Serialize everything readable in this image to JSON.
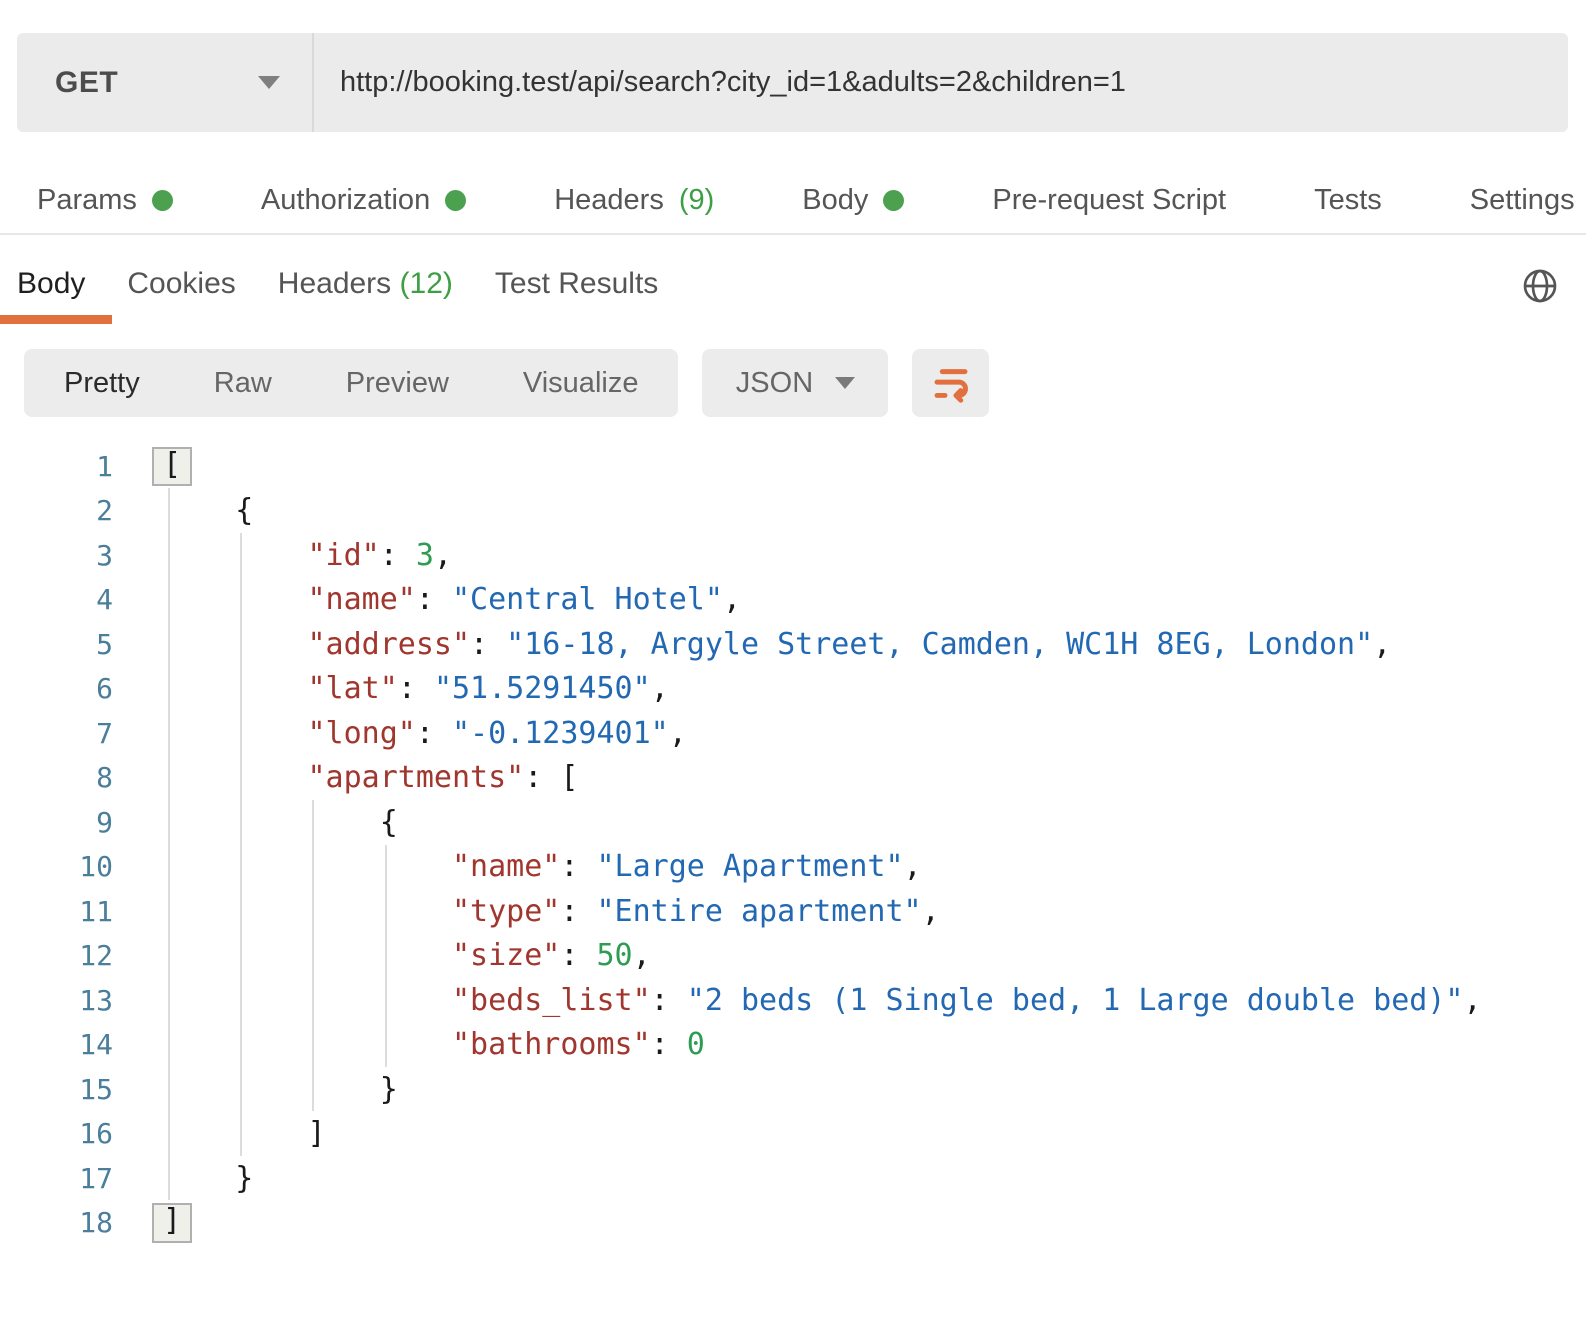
{
  "request": {
    "method": "GET",
    "url": "http://booking.test/api/search?city_id=1&adults=2&children=1",
    "tabs": [
      {
        "label": "Params"
      },
      {
        "label": "Authorization"
      },
      {
        "label": "Headers",
        "count": "(9)"
      },
      {
        "label": "Body"
      },
      {
        "label": "Pre-request Script"
      },
      {
        "label": "Tests"
      },
      {
        "label": "Settings"
      }
    ]
  },
  "response": {
    "tabs": [
      {
        "label": "Body"
      },
      {
        "label": "Cookies"
      },
      {
        "label": "Headers",
        "count": "(12)"
      },
      {
        "label": "Test Results"
      }
    ],
    "format_tabs": [
      "Pretty",
      "Raw",
      "Preview",
      "Visualize"
    ],
    "language_select": "JSON",
    "icons": {
      "globe": "globe-icon",
      "wrap": "wrap-text-icon"
    },
    "code": {
      "lines": [
        {
          "n": "1",
          "segs": [
            [
              "fold",
              "["
            ]
          ]
        },
        {
          "n": "2",
          "segs": [
            [
              "punc",
              "    {"
            ]
          ]
        },
        {
          "n": "3",
          "segs": [
            [
              "key",
              "        \"id\""
            ],
            [
              "punc",
              ": "
            ],
            [
              "num",
              "3"
            ],
            [
              "punc",
              ","
            ]
          ]
        },
        {
          "n": "4",
          "segs": [
            [
              "key",
              "        \"name\""
            ],
            [
              "punc",
              ": "
            ],
            [
              "str",
              "\"Central Hotel\""
            ],
            [
              "punc",
              ","
            ]
          ]
        },
        {
          "n": "5",
          "segs": [
            [
              "key",
              "        \"address\""
            ],
            [
              "punc",
              ": "
            ],
            [
              "str",
              "\"16-18, Argyle Street, Camden, WC1H 8EG, London\""
            ],
            [
              "punc",
              ","
            ]
          ]
        },
        {
          "n": "6",
          "segs": [
            [
              "key",
              "        \"lat\""
            ],
            [
              "punc",
              ": "
            ],
            [
              "str",
              "\"51.5291450\""
            ],
            [
              "punc",
              ","
            ]
          ]
        },
        {
          "n": "7",
          "segs": [
            [
              "key",
              "        \"long\""
            ],
            [
              "punc",
              ": "
            ],
            [
              "str",
              "\"-0.1239401\""
            ],
            [
              "punc",
              ","
            ]
          ]
        },
        {
          "n": "8",
          "segs": [
            [
              "key",
              "        \"apartments\""
            ],
            [
              "punc",
              ": ["
            ]
          ]
        },
        {
          "n": "9",
          "segs": [
            [
              "punc",
              "            {"
            ]
          ]
        },
        {
          "n": "10",
          "segs": [
            [
              "key",
              "                \"name\""
            ],
            [
              "punc",
              ": "
            ],
            [
              "str",
              "\"Large Apartment\""
            ],
            [
              "punc",
              ","
            ]
          ]
        },
        {
          "n": "11",
          "segs": [
            [
              "key",
              "                \"type\""
            ],
            [
              "punc",
              ": "
            ],
            [
              "str",
              "\"Entire apartment\""
            ],
            [
              "punc",
              ","
            ]
          ]
        },
        {
          "n": "12",
          "segs": [
            [
              "key",
              "                \"size\""
            ],
            [
              "punc",
              ": "
            ],
            [
              "num",
              "50"
            ],
            [
              "punc",
              ","
            ]
          ]
        },
        {
          "n": "13",
          "segs": [
            [
              "key",
              "                \"beds_list\""
            ],
            [
              "punc",
              ": "
            ],
            [
              "str",
              "\"2 beds (1 Single bed, 1 Large double bed)\""
            ],
            [
              "punc",
              ","
            ]
          ]
        },
        {
          "n": "14",
          "segs": [
            [
              "key",
              "                \"bathrooms\""
            ],
            [
              "punc",
              ": "
            ],
            [
              "num",
              "0"
            ]
          ]
        },
        {
          "n": "15",
          "segs": [
            [
              "punc",
              "            }"
            ]
          ]
        },
        {
          "n": "16",
          "segs": [
            [
              "punc",
              "        ]"
            ]
          ]
        },
        {
          "n": "17",
          "segs": [
            [
              "punc",
              "    }"
            ]
          ]
        },
        {
          "n": "18",
          "segs": [
            [
              "fold",
              "]"
            ]
          ]
        }
      ]
    }
  },
  "colors": {
    "accent_orange": "#E2703F",
    "status_green": "#4CA150",
    "token_key": "#A0362E",
    "token_string": "#2268B2",
    "token_number": "#2F9C54",
    "line_number": "#4A7E9B"
  }
}
